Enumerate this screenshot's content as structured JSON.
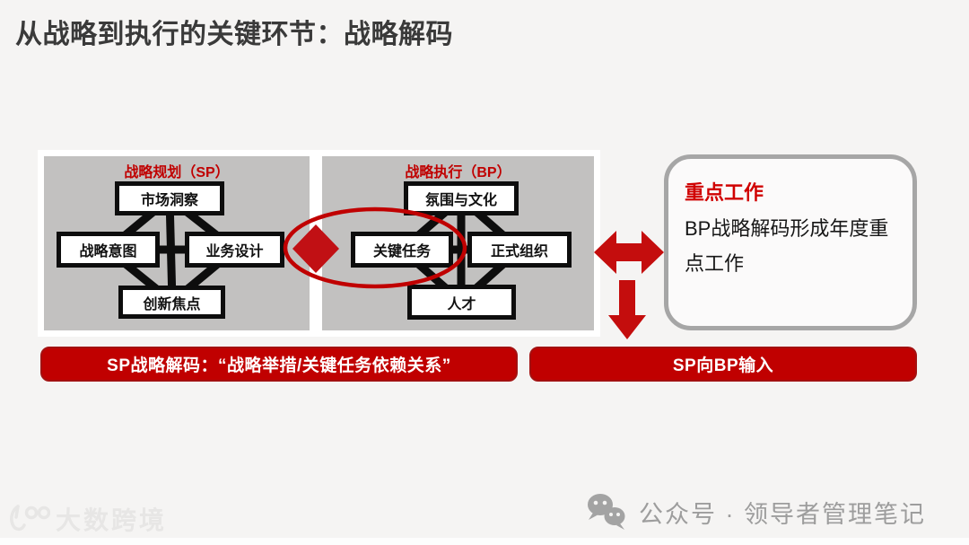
{
  "slide": {
    "title": "从战略到执行的关键环节：战略解码"
  },
  "panels": {
    "sp": {
      "title": "战略规划（SP）",
      "boxes": {
        "top": "市场洞察",
        "left": "战略意图",
        "right": "业务设计",
        "bottom": "创新焦点"
      }
    },
    "bp": {
      "title": "战略执行（BP）",
      "boxes": {
        "top": "氛围与文化",
        "left": "关键任务",
        "right": "正式组织",
        "bottom": "人才"
      }
    }
  },
  "callout": {
    "heading": "重点工作",
    "body": "BP战略解码形成年度重点工作"
  },
  "banners": {
    "sp_decode": "SP战略解码：“战略举措/关键任务依赖关系”",
    "sp_to_bp": "SP向BP输入"
  },
  "footer": {
    "watermark": "大数跨境",
    "wechat": "公众号 · 领导者管理笔记"
  },
  "icons": {
    "diamond": "red-diamond-link",
    "double_arrow": "red-double-arrow",
    "down_arrow": "red-down-arrow",
    "ellipse": "red-emphasis-ellipse",
    "wechat": "wechat-logo"
  },
  "colors": {
    "accent_red": "#C00000",
    "panel_gray": "#C2C1C0",
    "box_border_black": "#0D0D0D",
    "callout_border_gray": "#A6A6A6",
    "title_text": "#3A3A3A",
    "footer_gray": "#9D9D9D",
    "background": "#F5F4F3"
  }
}
